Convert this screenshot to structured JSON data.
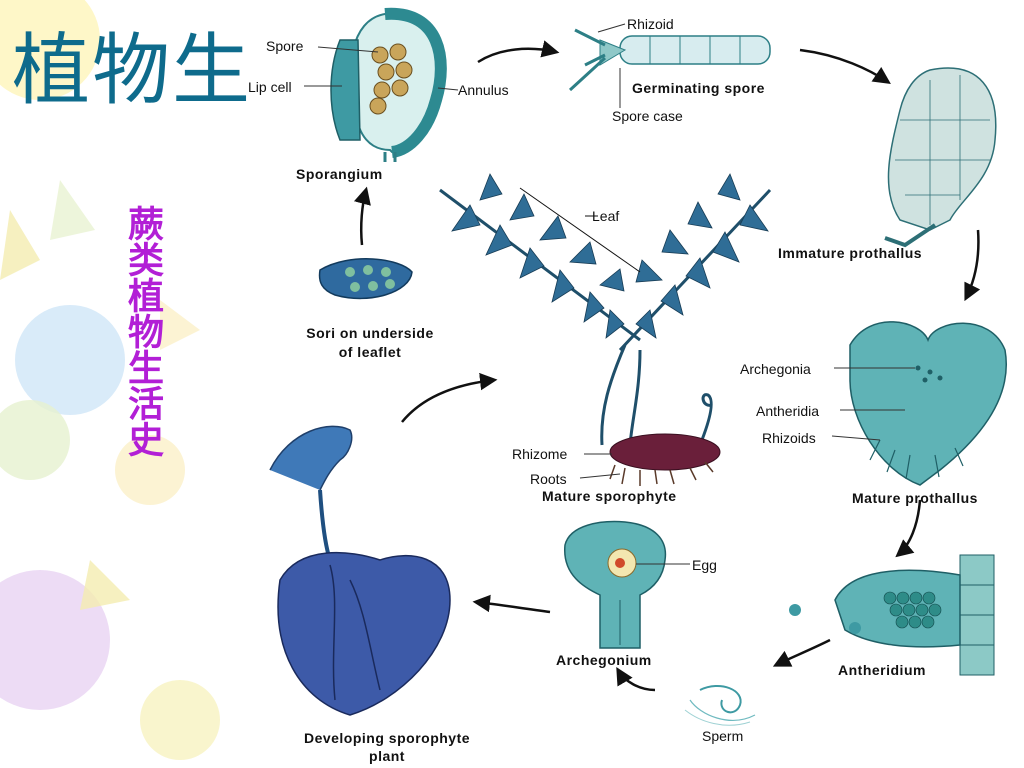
{
  "slide": {
    "title": "植物生",
    "vertical_title": "蕨类植物生活史"
  },
  "labels": {
    "spore": "Spore",
    "lip_cell": "Lip cell",
    "annulus": "Annulus",
    "sporangium": "Sporangium",
    "rhizoid": "Rhizoid",
    "germinating_spore": "Germinating spore",
    "spore_case": "Spore case",
    "immature_prothallus": "Immature prothallus",
    "leaf": "Leaf",
    "sori_line1": "Sori on underside",
    "sori_line2": "of leaflet",
    "archegonia": "Archegonia",
    "antheridia": "Antheridia",
    "rhizoids": "Rhizoids",
    "mature_prothallus": "Mature prothallus",
    "rhizome": "Rhizome",
    "roots": "Roots",
    "mature_sporophyte": "Mature sporophyte",
    "egg": "Egg",
    "archegonium": "Archegonium",
    "antheridium": "Antheridium",
    "sperm": "Sperm",
    "developing_line1": "Developing sporophyte",
    "developing_line2": "plant"
  },
  "colors": {
    "title": "#0e6b8c",
    "vertical_title": "#b21fd6",
    "structure_fill": "#3e9aa3",
    "sporophyte_fill": "#2f5fa0",
    "rhizome_fill": "#6a1f3a"
  }
}
